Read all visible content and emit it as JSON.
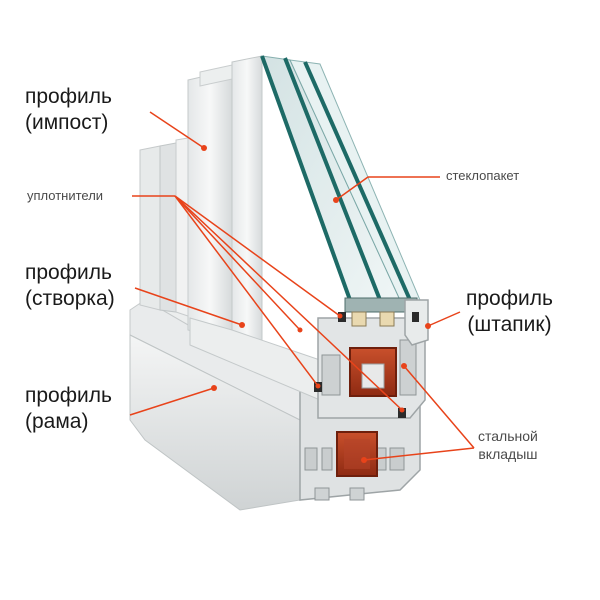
{
  "labels": {
    "impost": {
      "line1": "профиль",
      "line2": "(импост)"
    },
    "seals": "уплотнители",
    "sash": {
      "line1": "профиль",
      "line2": "(створка)"
    },
    "frame": {
      "line1": "профиль",
      "line2": "(рама)"
    },
    "glazing": "стеклопакет",
    "bead": {
      "line1": "профиль",
      "line2": "(штапик)"
    },
    "steel": {
      "line1": "стальной",
      "line2": "вкладыш"
    }
  },
  "colors": {
    "leader": "#e8431a",
    "pvc_light": "#f1f2f2",
    "pvc_mid": "#d9dcdd",
    "pvc_dark": "#b9bec0",
    "glass_edge": "#1d6a66",
    "glass_fill": "#dbe9ea",
    "steel": "#b53a1c",
    "gasket": "#2b2b2b"
  }
}
